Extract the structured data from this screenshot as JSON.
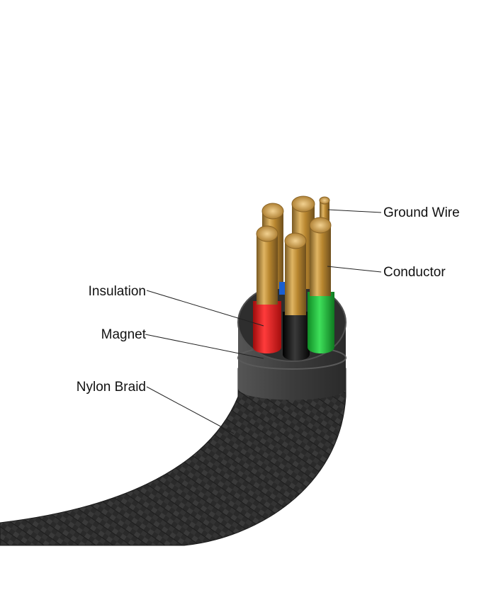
{
  "labels": {
    "ground_wire": "Ground Wire",
    "conductor": "Conductor",
    "insulation": "Insulation",
    "magnet": "Magnet",
    "nylon_braid": "Nylon Braid"
  },
  "colors": {
    "braid": "#2b2b2b",
    "sheath": "#3a3a3a",
    "insulation_red": "#e01b1b",
    "insulation_black": "#111111",
    "insulation_green": "#1fc23a",
    "copper": "#c89a45",
    "leader_line": "#222222"
  },
  "icons": {
    "cable": "braided-cable-cutaway"
  }
}
